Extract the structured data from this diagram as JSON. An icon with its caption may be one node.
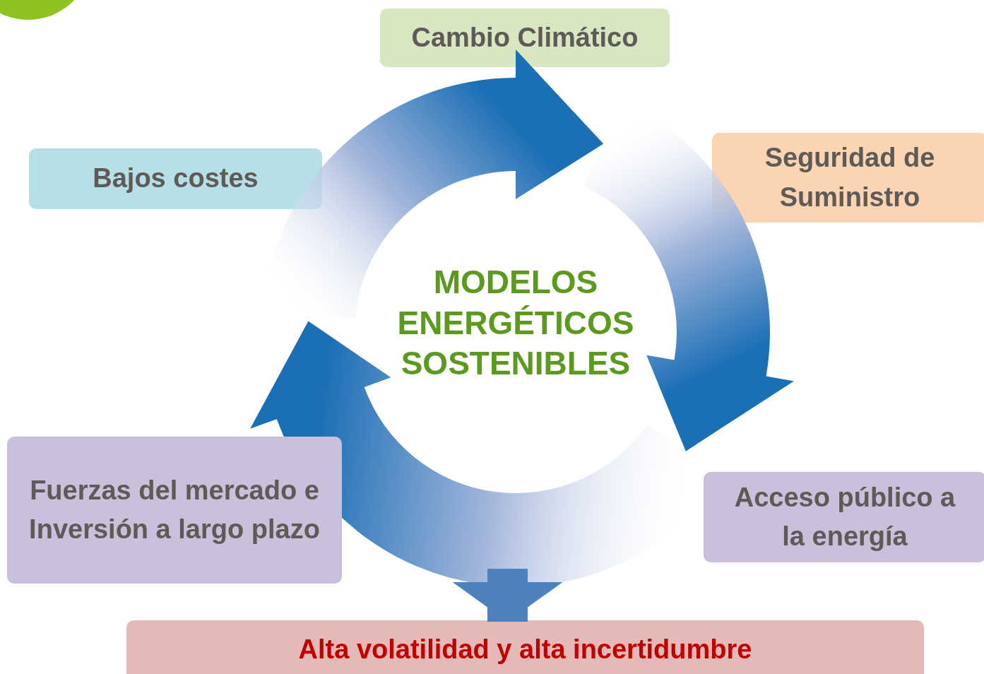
{
  "diagram": {
    "nodes": [
      {
        "text": [
          "Cambio Climático"
        ]
      },
      {
        "text": [
          "Seguridad de Suministro"
        ]
      },
      {
        "text": [
          "Bajos costes"
        ]
      },
      {
        "text": [
          "MODELOS ENERGÉTICOS SOSTENIBLES"
        ]
      },
      {
        "text": [
          "Fuerzas del mercado e Inversión a largo plazo"
        ]
      },
      {
        "text": [
          "Acceso público a la energía"
        ]
      },
      {
        "text": [
          "Alta volatilidad y alta incertidumbre"
        ]
      }
    ],
    "edges": [
      {
        "from": 3,
        "to": 6,
        "arrow": "to"
      }
    ]
  }
}
